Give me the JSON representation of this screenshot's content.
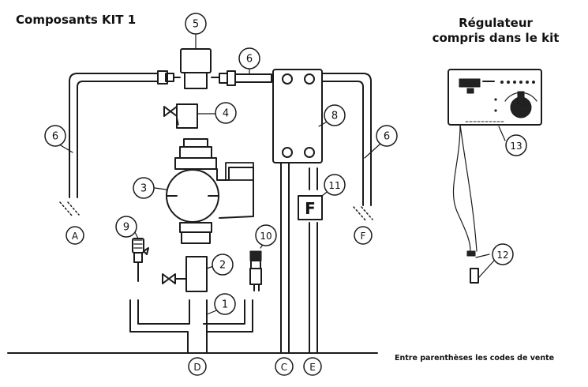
{
  "header": {
    "kit_title": "Composants KIT 1",
    "regulator_title_line1": "Régulateur",
    "regulator_title_line2": "compris dans le kit"
  },
  "footnote": "Entre parenthèses les codes de vente",
  "callouts": {
    "c1": "1",
    "c2": "2",
    "c3": "3",
    "c4": "4",
    "c5": "5",
    "c6a": "6",
    "c6b": "6",
    "c6c": "6",
    "c8": "8",
    "c9": "9",
    "c10": "10",
    "c11": "11",
    "c12": "12",
    "c13": "13"
  },
  "connectors": {
    "A": "A",
    "D": "D",
    "C": "C",
    "E": "E",
    "F": "F"
  },
  "flow_meter_label": "F",
  "colors": {
    "stroke": "#1a1a1a",
    "background": "#ffffff",
    "fill_dark": "#222222"
  }
}
